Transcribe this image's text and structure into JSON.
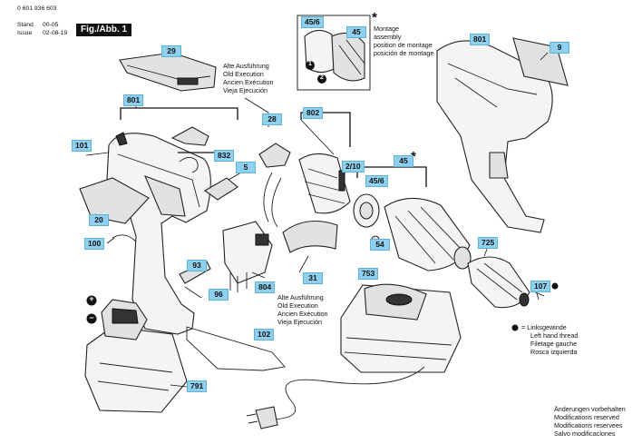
{
  "header": {
    "part_number": "0 601 936 603",
    "stand_label": "Stand",
    "stand_value": "00-05",
    "issue_label": "Issue",
    "issue_value": "02-08-19"
  },
  "figure_tag": "Fig./Abb. 1",
  "notes": {
    "old_execution_top": [
      "Alte Ausführung",
      "Old Execution",
      "Ancien Exécution",
      "Vieja Ejecución"
    ],
    "old_execution_bottom": [
      "Alte Ausführung",
      "Old Execution",
      "Ancien Exécution",
      "Vieja Ejecución"
    ],
    "montage": [
      "Montage",
      "assembly",
      "position de montage",
      "posición de montage"
    ],
    "star_symbol": "*",
    "left_hand_thread": [
      "= Linksgewinde",
      "Left hand thread",
      "Filetage gauche",
      "Rosca izquierda"
    ],
    "footer": [
      "Änderungen vorbehalten",
      "Modifications reserved",
      "Modifications reservees",
      "Salvo modificaciones"
    ],
    "plus_sign": "+",
    "minus_sign": "−",
    "step_1": "1",
    "step_2": "2"
  },
  "callouts": {
    "c29": "29",
    "c801a": "801",
    "c101": "101",
    "c832": "832",
    "c5": "5",
    "c28": "28",
    "c20": "20",
    "c100": "100",
    "c93": "93",
    "c96": "96",
    "c804": "804",
    "c102": "102",
    "c791": "791",
    "c802": "802",
    "c2_10": "2/10",
    "c45_6a": "45/6",
    "c45a": "45",
    "c45b": "45",
    "c45_6b": "45/6",
    "c54": "54",
    "c31": "31",
    "c801b": "801",
    "c9": "9",
    "c725": "725",
    "c107": "107",
    "c753": "753"
  }
}
